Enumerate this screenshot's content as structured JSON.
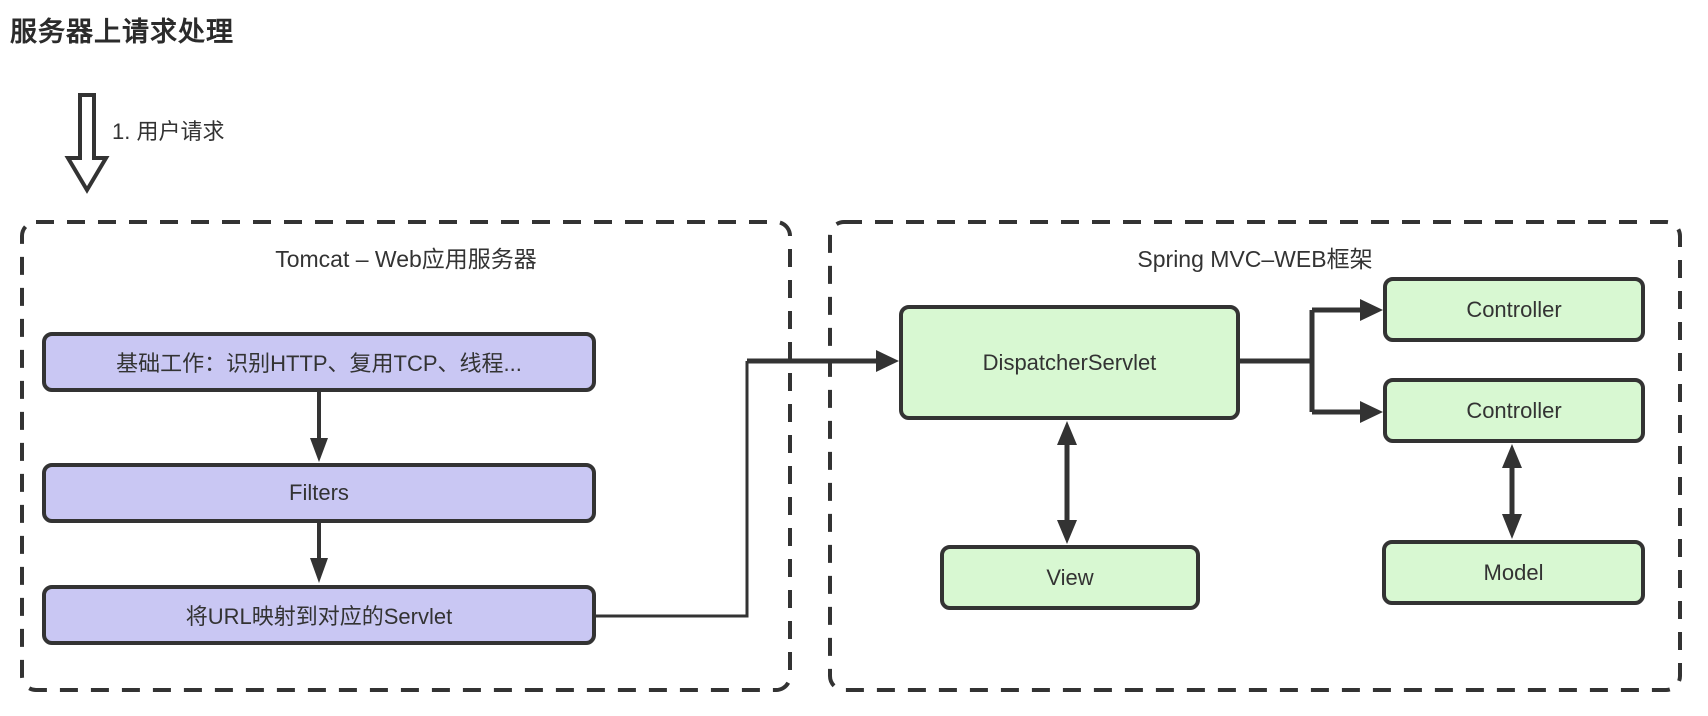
{
  "page": {
    "title": "服务器上请求处理"
  },
  "colors": {
    "purple_fill": "#c9c7f3",
    "green_fill": "#d8f8d2",
    "line": "#333333",
    "text": "#333333"
  },
  "user_request": {
    "step_label": "1. 用户请求",
    "arrow_icon": "hollow-down-arrow"
  },
  "tomcat_container": {
    "title": "Tomcat – Web应用服务器",
    "boxes": [
      {
        "label": "基础工作：识别HTTP、复用TCP、线程..."
      },
      {
        "label": "Filters"
      },
      {
        "label": "将URL映射到对应的Servlet"
      }
    ]
  },
  "spring_container": {
    "title": "Spring MVC–WEB框架",
    "nodes": {
      "dispatcher": "DispatcherServlet",
      "controller_top": "Controller",
      "controller_bottom": "Controller",
      "view": "View",
      "model": "Model"
    }
  },
  "connections": [
    {
      "from": "基础工作：识别HTTP、复用TCP、线程...",
      "to": "Filters",
      "type": "arrow-down"
    },
    {
      "from": "Filters",
      "to": "将URL映射到对应的Servlet",
      "type": "arrow-down"
    },
    {
      "from": "将URL映射到对应的Servlet",
      "to": "DispatcherServlet",
      "type": "elbow-arrow"
    },
    {
      "from": "DispatcherServlet",
      "to": "Controller (top)",
      "type": "branch-arrow"
    },
    {
      "from": "DispatcherServlet",
      "to": "Controller (bottom)",
      "type": "branch-arrow"
    },
    {
      "from": "DispatcherServlet",
      "to": "View",
      "type": "double-arrow"
    },
    {
      "from": "Controller (bottom)",
      "to": "Model",
      "type": "double-arrow"
    }
  ]
}
